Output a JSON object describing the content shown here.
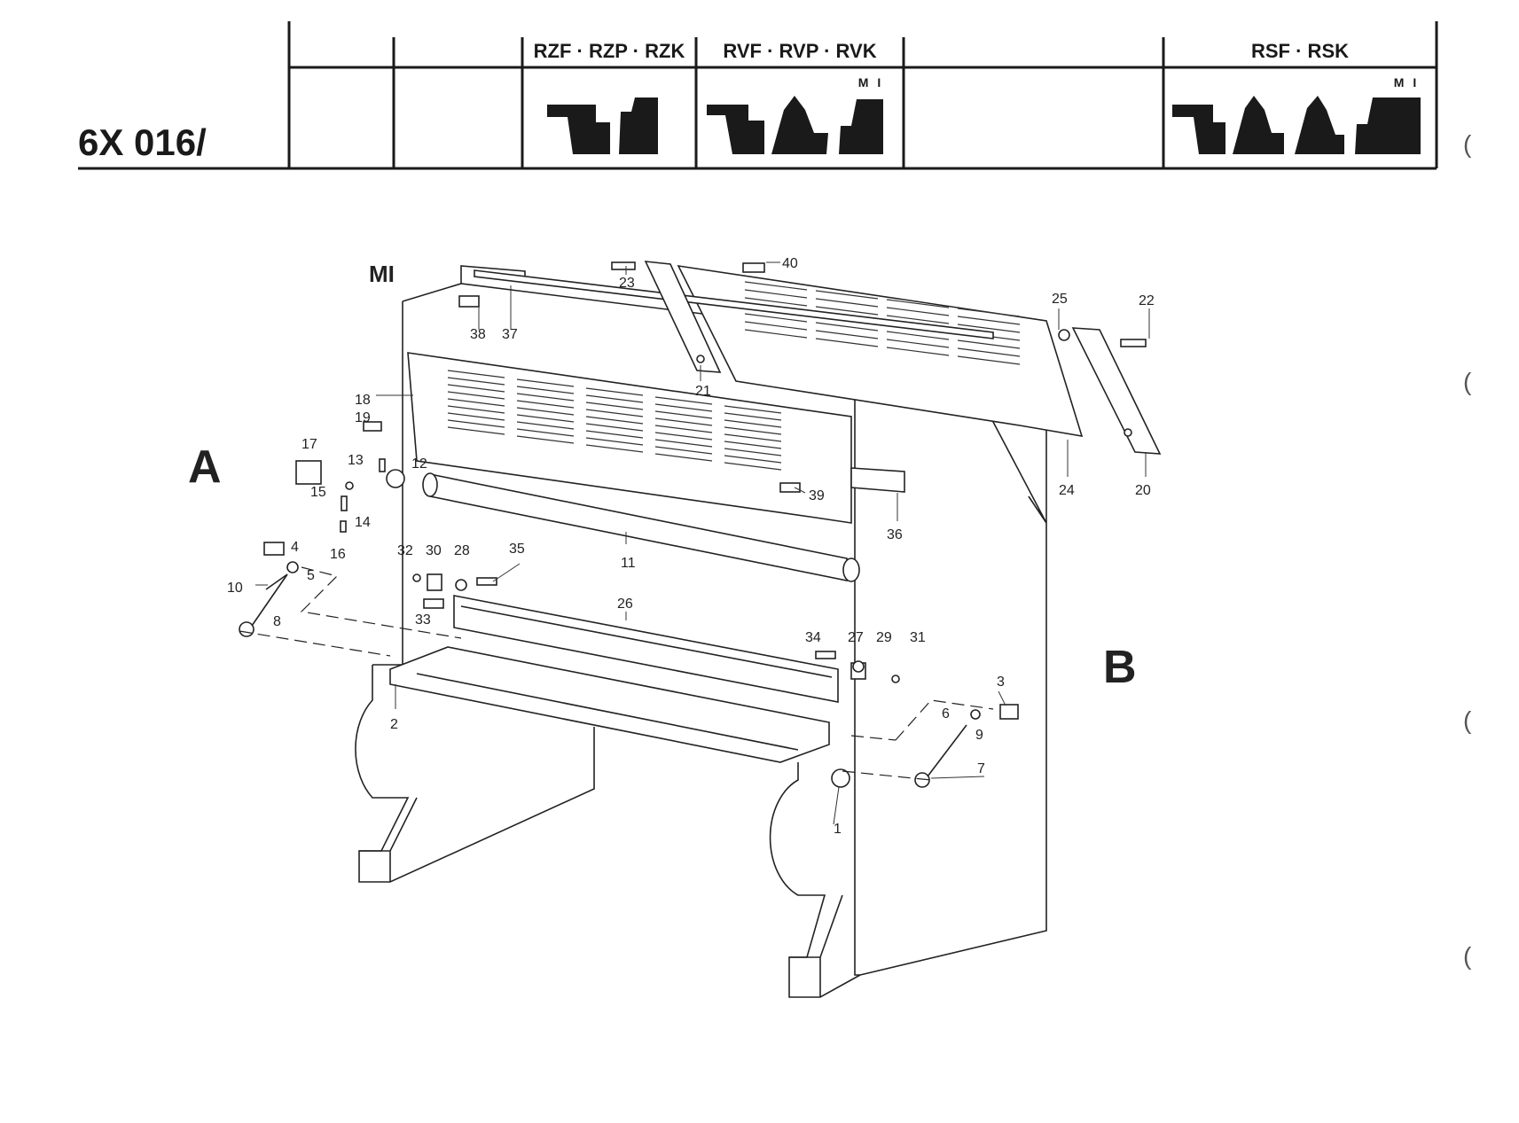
{
  "header": {
    "part_code": "6X 016/",
    "columns": [
      {
        "top_label": "",
        "mark": ""
      },
      {
        "top_label": "",
        "mark": ""
      },
      {
        "top_label": "RZF · RZP · RZK",
        "mark": ""
      },
      {
        "top_label": "RVF · RVP · RVK",
        "mark": "M I"
      },
      {
        "top_label": "",
        "mark": ""
      },
      {
        "top_label": "RSF · RSK",
        "mark": "M I"
      }
    ],
    "profile_icons": [
      "profile-2-step-icon",
      "profile-3-step-icon",
      "profile-4-step-icon"
    ]
  },
  "diagram": {
    "variant_label": "MI",
    "view_a_label": "A",
    "view_b_label": "B",
    "callouts": [
      "1",
      "2",
      "3",
      "4",
      "5",
      "6",
      "7",
      "8",
      "9",
      "10",
      "11",
      "12",
      "13",
      "14",
      "15",
      "16",
      "17",
      "18",
      "19",
      "20",
      "21",
      "22",
      "23",
      "24",
      "25",
      "26",
      "27",
      "28",
      "29",
      "30",
      "31",
      "32",
      "33",
      "34",
      "35",
      "36",
      "37",
      "38",
      "39",
      "40"
    ]
  },
  "margin_marks": [
    "(",
    "(",
    "(",
    "("
  ]
}
